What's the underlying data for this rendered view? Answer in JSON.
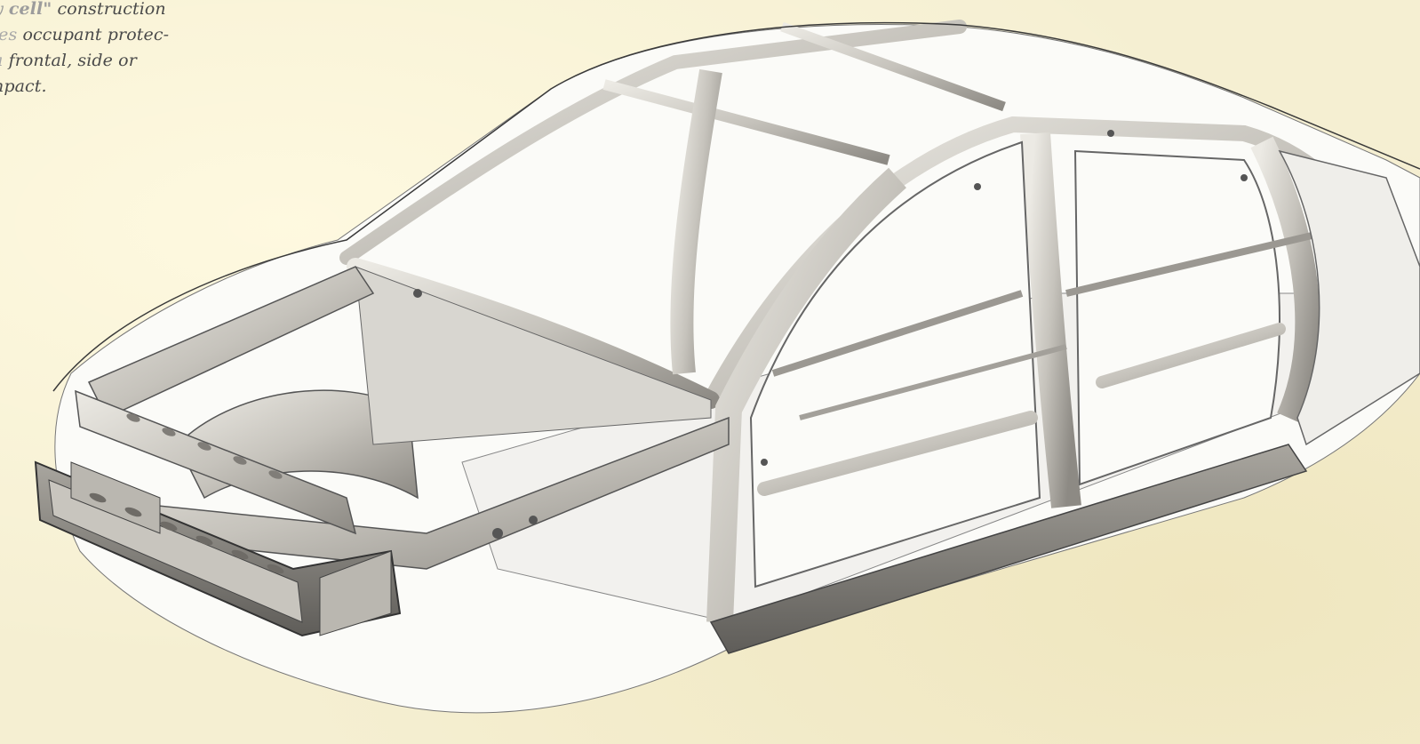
{
  "caption": {
    "line1_emph": "y cell\"",
    "line1_rest": " construction",
    "line2_soft": "les",
    "line2_rest": " occupant protec-",
    "line3_soft": "a",
    "line3_rest": " frontal, side or",
    "line4": "npact."
  },
  "colors": {
    "paper": "#f5efd2",
    "steel_light": "#e4e2dc",
    "steel_mid": "#b9b7b1",
    "steel_dark": "#6f6d69",
    "ink": "#3a3a3a"
  },
  "illustration": {
    "subject": "car-body-safety-cage-cutaway"
  }
}
